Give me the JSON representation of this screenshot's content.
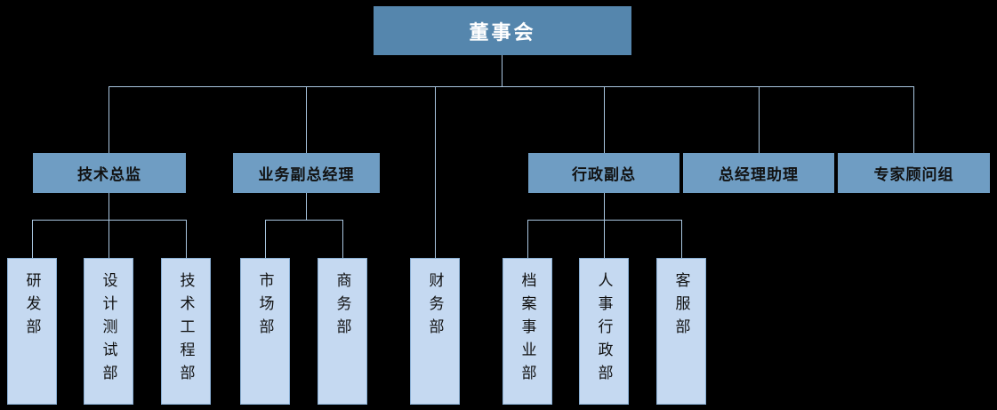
{
  "diagram": {
    "type": "org-chart",
    "levels": 3
  },
  "colors": {
    "background": "#000000",
    "root_fill": "#5586ad",
    "root_text": "#ffffff",
    "manager_fill": "#6f9dc3",
    "manager_text": "#111111",
    "dept_fill": "#c5d9f1",
    "dept_border": "#8aafd4",
    "dept_text": "#111111",
    "line": "#a9c6e0"
  },
  "nodes": {
    "root": {
      "label": "董事会"
    },
    "level2": [
      {
        "label": "技术总监",
        "parent": "董事会"
      },
      {
        "label": "业务副总经理",
        "parent": "董事会"
      },
      {
        "label": "行政副总",
        "parent": "董事会"
      },
      {
        "label": "总经理助理",
        "parent": "董事会"
      },
      {
        "label": "专家顾问组",
        "parent": "董事会"
      }
    ],
    "level3": [
      {
        "label": "研发部",
        "parent": "技术总监"
      },
      {
        "label": "设计测试部",
        "parent": "技术总监"
      },
      {
        "label": "技术工程部",
        "parent": "技术总监"
      },
      {
        "label": "市场部",
        "parent": "业务副总经理"
      },
      {
        "label": "商务部",
        "parent": "业务副总经理"
      },
      {
        "label": "财务部",
        "parent": "董事会"
      },
      {
        "label": "档案事业部",
        "parent": "行政副总"
      },
      {
        "label": "人事行政部",
        "parent": "行政副总"
      },
      {
        "label": "客服部",
        "parent": "行政副总"
      }
    ]
  }
}
